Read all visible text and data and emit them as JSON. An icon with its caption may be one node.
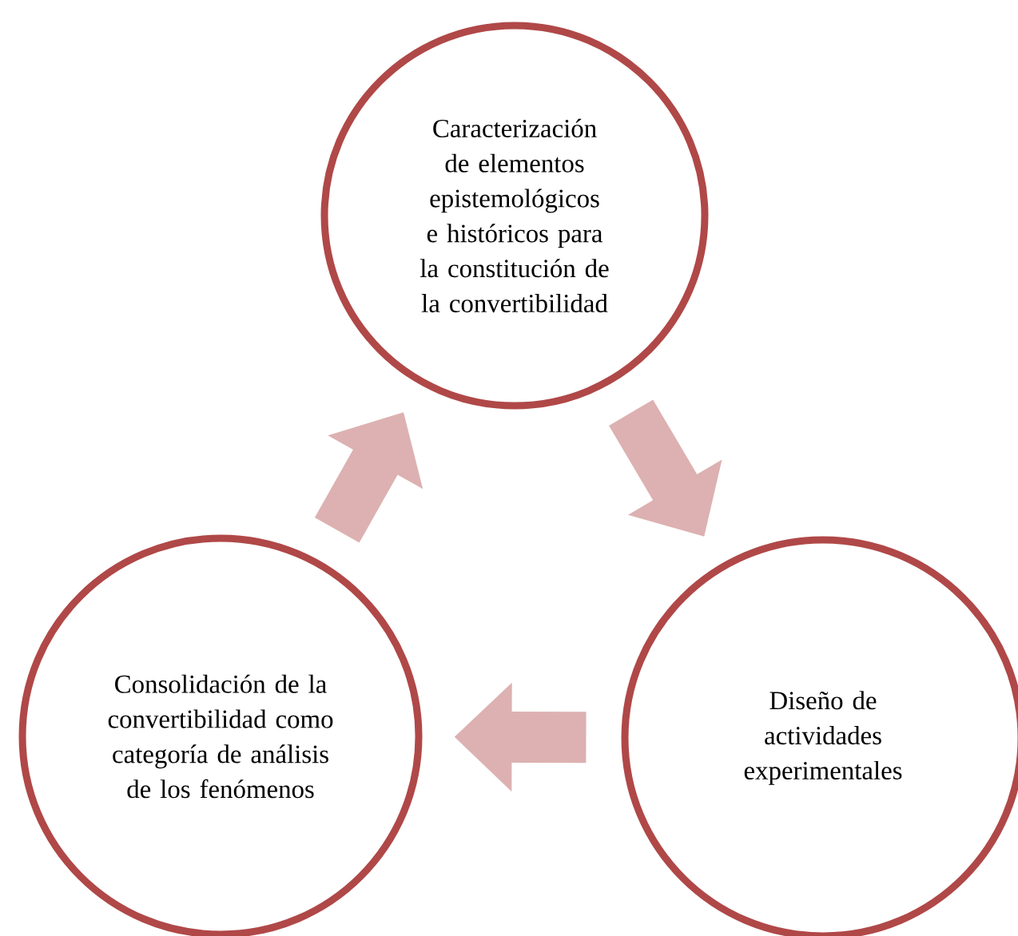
{
  "diagram": {
    "nodes": [
      {
        "text": [
          "Caracterización de elementos epistemológicos e históricos para la constitución de la convertibilidad"
        ]
      },
      {
        "text": [
          "Diseño de actividades experimentales"
        ]
      },
      {
        "text": [
          "Consolidación de la convertibilidad como categoría de análisis de los fenómenos"
        ]
      }
    ],
    "edges": [
      {
        "from": 0,
        "to": 1,
        "arrow": "to"
      },
      {
        "from": 1,
        "to": 2,
        "arrow": "to"
      },
      {
        "from": 2,
        "to": 0,
        "arrow": "to"
      }
    ]
  }
}
